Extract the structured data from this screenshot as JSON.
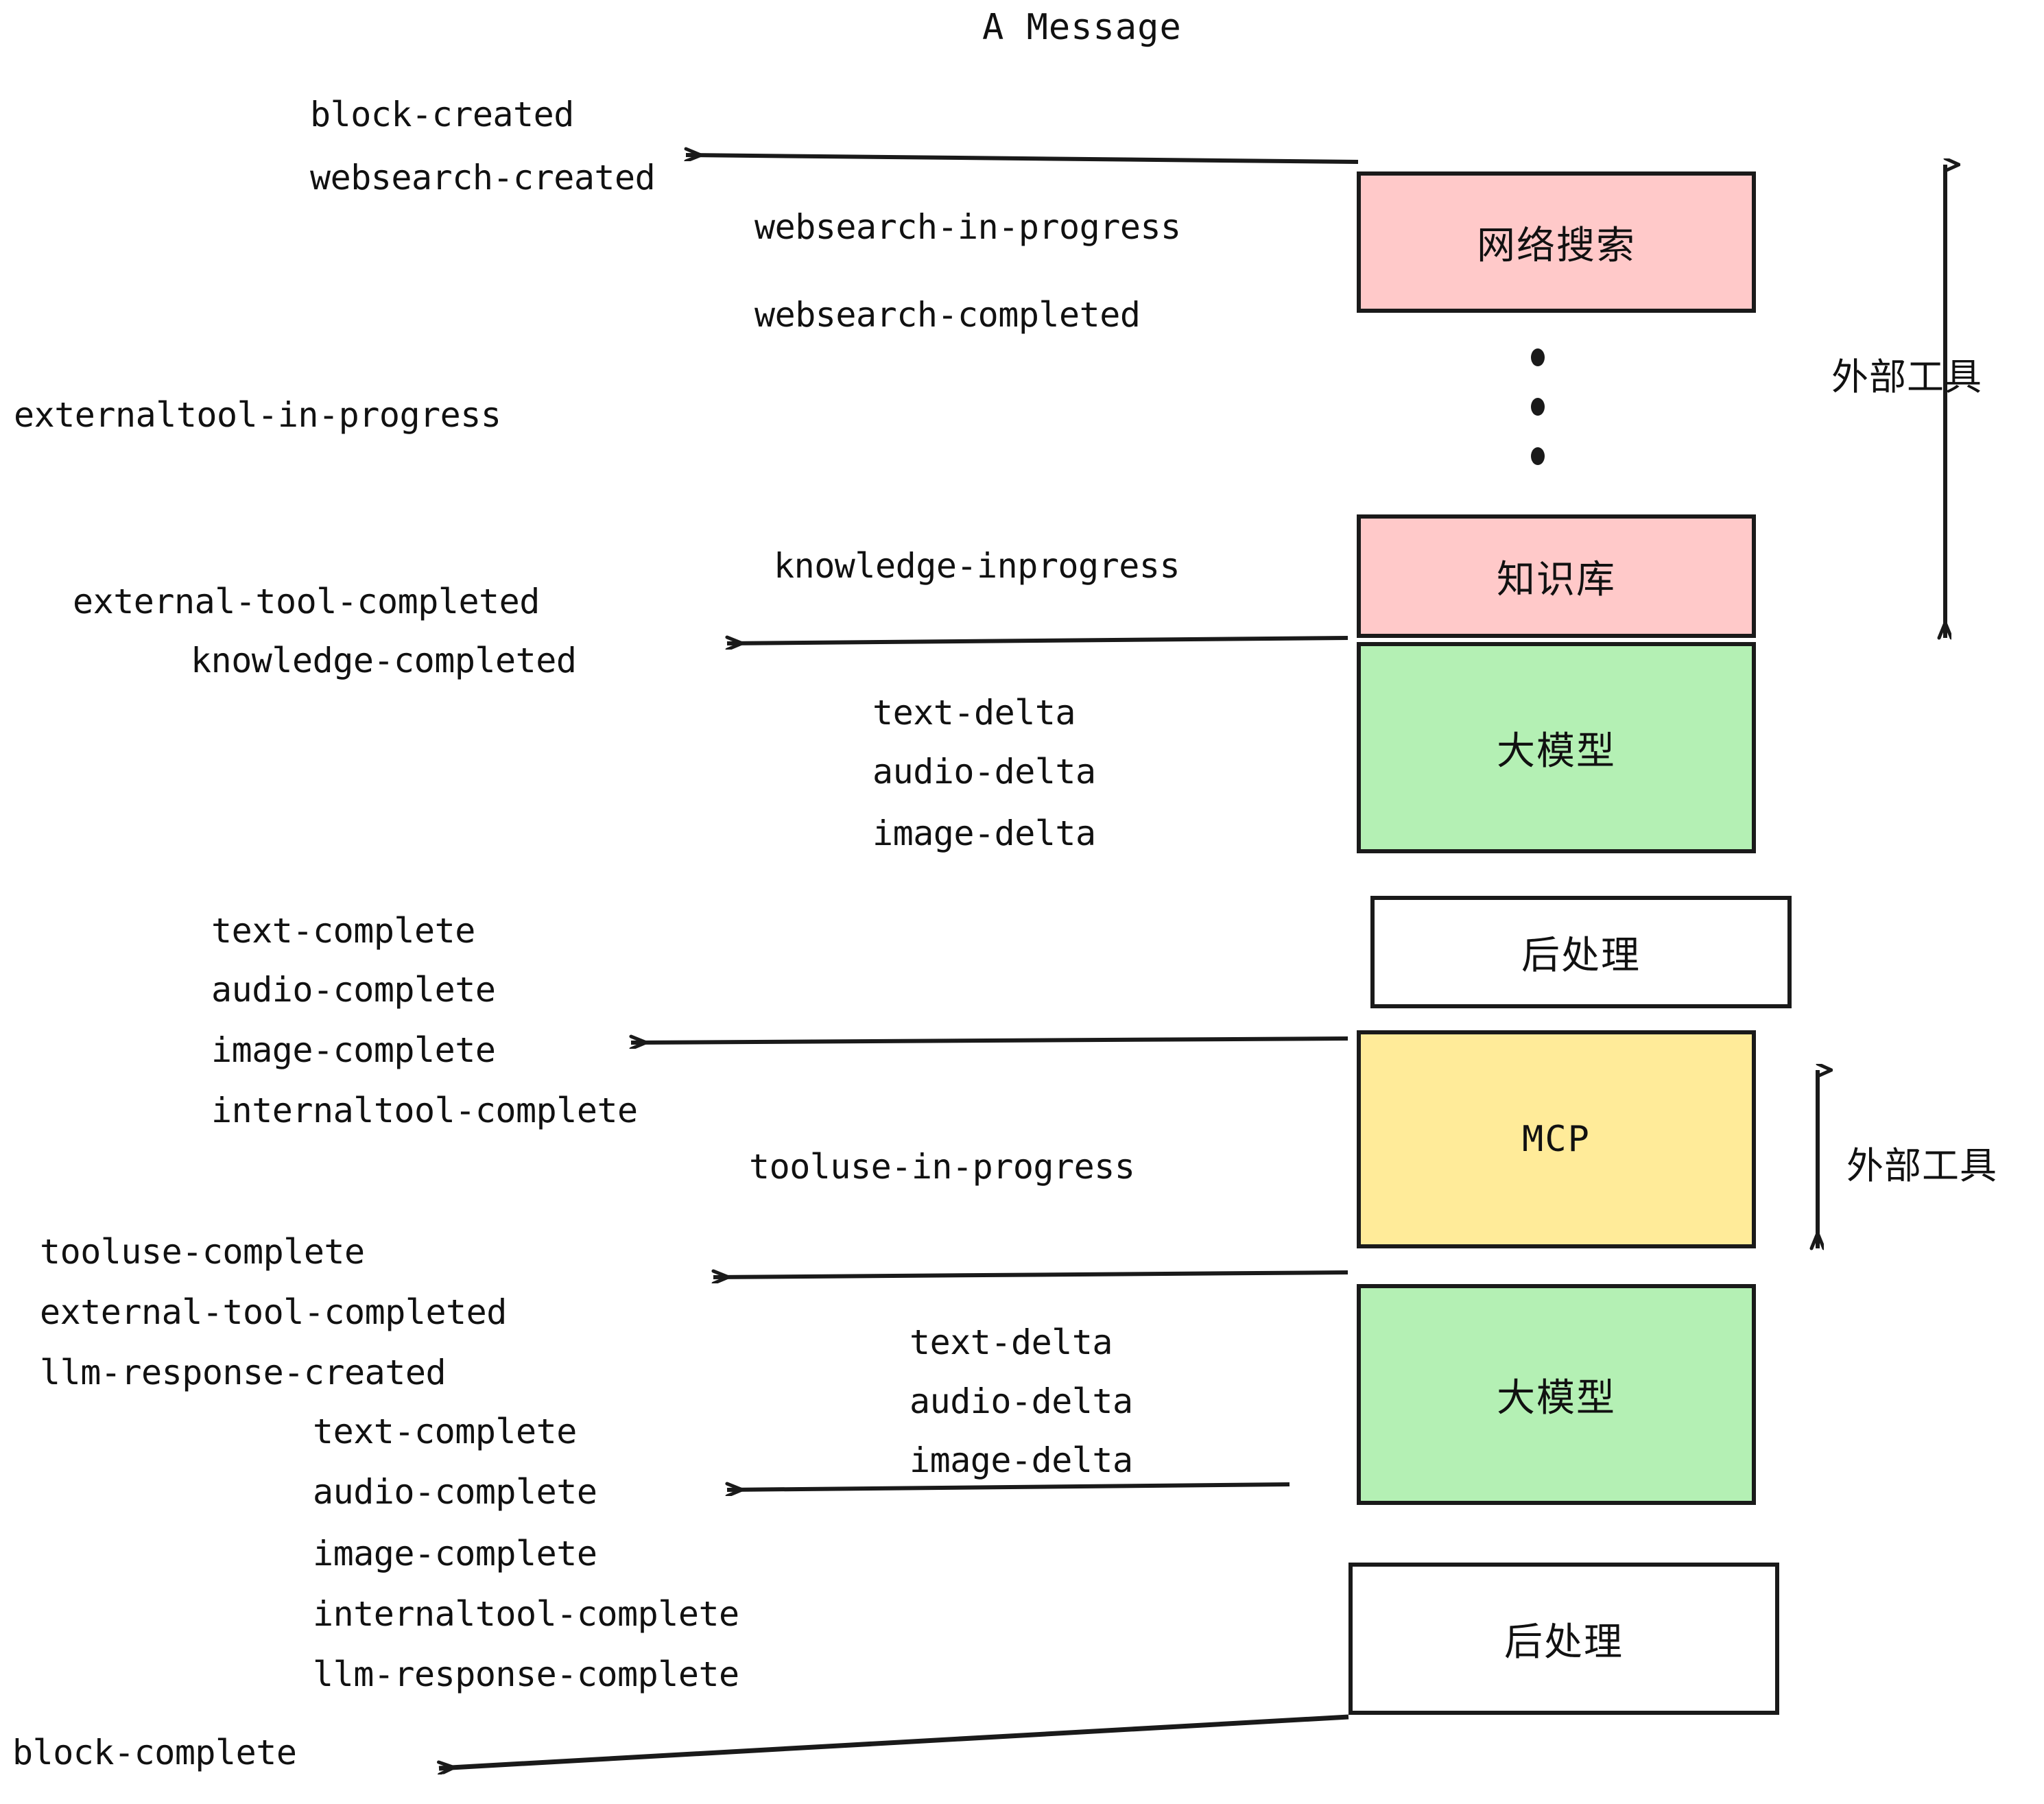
{
  "title": "A Message",
  "colors": {
    "pink": "#FFC9C9",
    "green": "#B4F0B4",
    "yellow": "#FFEB99",
    "white": "#FFFFFF",
    "stroke": "#1A1A1A",
    "text": "#111111"
  },
  "nodes": [
    {
      "id": "websearch",
      "label": "网络搜索",
      "fill": "#FFC9C9",
      "script": "cjk"
    },
    {
      "id": "knowledge",
      "label": "知识库",
      "fill": "#FFC9C9",
      "script": "cjk"
    },
    {
      "id": "llm-1",
      "label": "大模型",
      "fill": "#B4F0B4",
      "script": "cjk"
    },
    {
      "id": "postprocess-1",
      "label": "后处理",
      "fill": "#FFFFFF",
      "script": "cjk"
    },
    {
      "id": "mcp",
      "label": "MCP",
      "fill": "#FFEB99",
      "script": "mono"
    },
    {
      "id": "llm-2",
      "label": "大模型",
      "fill": "#B4F0B4",
      "script": "cjk"
    },
    {
      "id": "postprocess-2",
      "label": "后处理",
      "fill": "#FFFFFF",
      "script": "cjk"
    }
  ],
  "group_labels": [
    {
      "id": "external-tools-top",
      "label": "外部工具"
    },
    {
      "id": "external-tools-bottom",
      "label": "外部工具"
    }
  ],
  "events": [
    {
      "id": "block-created",
      "label": "block-created"
    },
    {
      "id": "websearch-created",
      "label": "websearch-created"
    },
    {
      "id": "websearch-in-progress",
      "label": "websearch-in-progress"
    },
    {
      "id": "websearch-completed",
      "label": "websearch-completed"
    },
    {
      "id": "externaltool-in-progress",
      "label": "externaltool-in-progress"
    },
    {
      "id": "knowledge-inprogress",
      "label": "knowledge-inprogress"
    },
    {
      "id": "external-tool-completed-1",
      "label": "external-tool-completed"
    },
    {
      "id": "knowledge-completed",
      "label": "knowledge-completed"
    },
    {
      "id": "text-delta-1",
      "label": "text-delta"
    },
    {
      "id": "audio-delta-1",
      "label": "audio-delta"
    },
    {
      "id": "image-delta-1",
      "label": "image-delta"
    },
    {
      "id": "text-complete-1",
      "label": "text-complete"
    },
    {
      "id": "audio-complete-1",
      "label": "audio-complete"
    },
    {
      "id": "image-complete-1",
      "label": "image-complete"
    },
    {
      "id": "internaltool-complete-1",
      "label": "internaltool-complete"
    },
    {
      "id": "tooluse-in-progress",
      "label": "tooluse-in-progress"
    },
    {
      "id": "tooluse-complete",
      "label": "tooluse-complete"
    },
    {
      "id": "external-tool-completed-2",
      "label": "external-tool-completed"
    },
    {
      "id": "llm-response-created",
      "label": "llm-response-created"
    },
    {
      "id": "text-delta-2",
      "label": "text-delta"
    },
    {
      "id": "audio-delta-2",
      "label": "audio-delta"
    },
    {
      "id": "image-delta-2",
      "label": "image-delta"
    },
    {
      "id": "text-complete-2",
      "label": "text-complete"
    },
    {
      "id": "audio-complete-2",
      "label": "audio-complete"
    },
    {
      "id": "image-complete-2",
      "label": "image-complete"
    },
    {
      "id": "internaltool-complete-2",
      "label": "internaltool-complete"
    },
    {
      "id": "llm-response-complete",
      "label": "llm-response-complete"
    },
    {
      "id": "block-complete",
      "label": "block-complete"
    }
  ]
}
